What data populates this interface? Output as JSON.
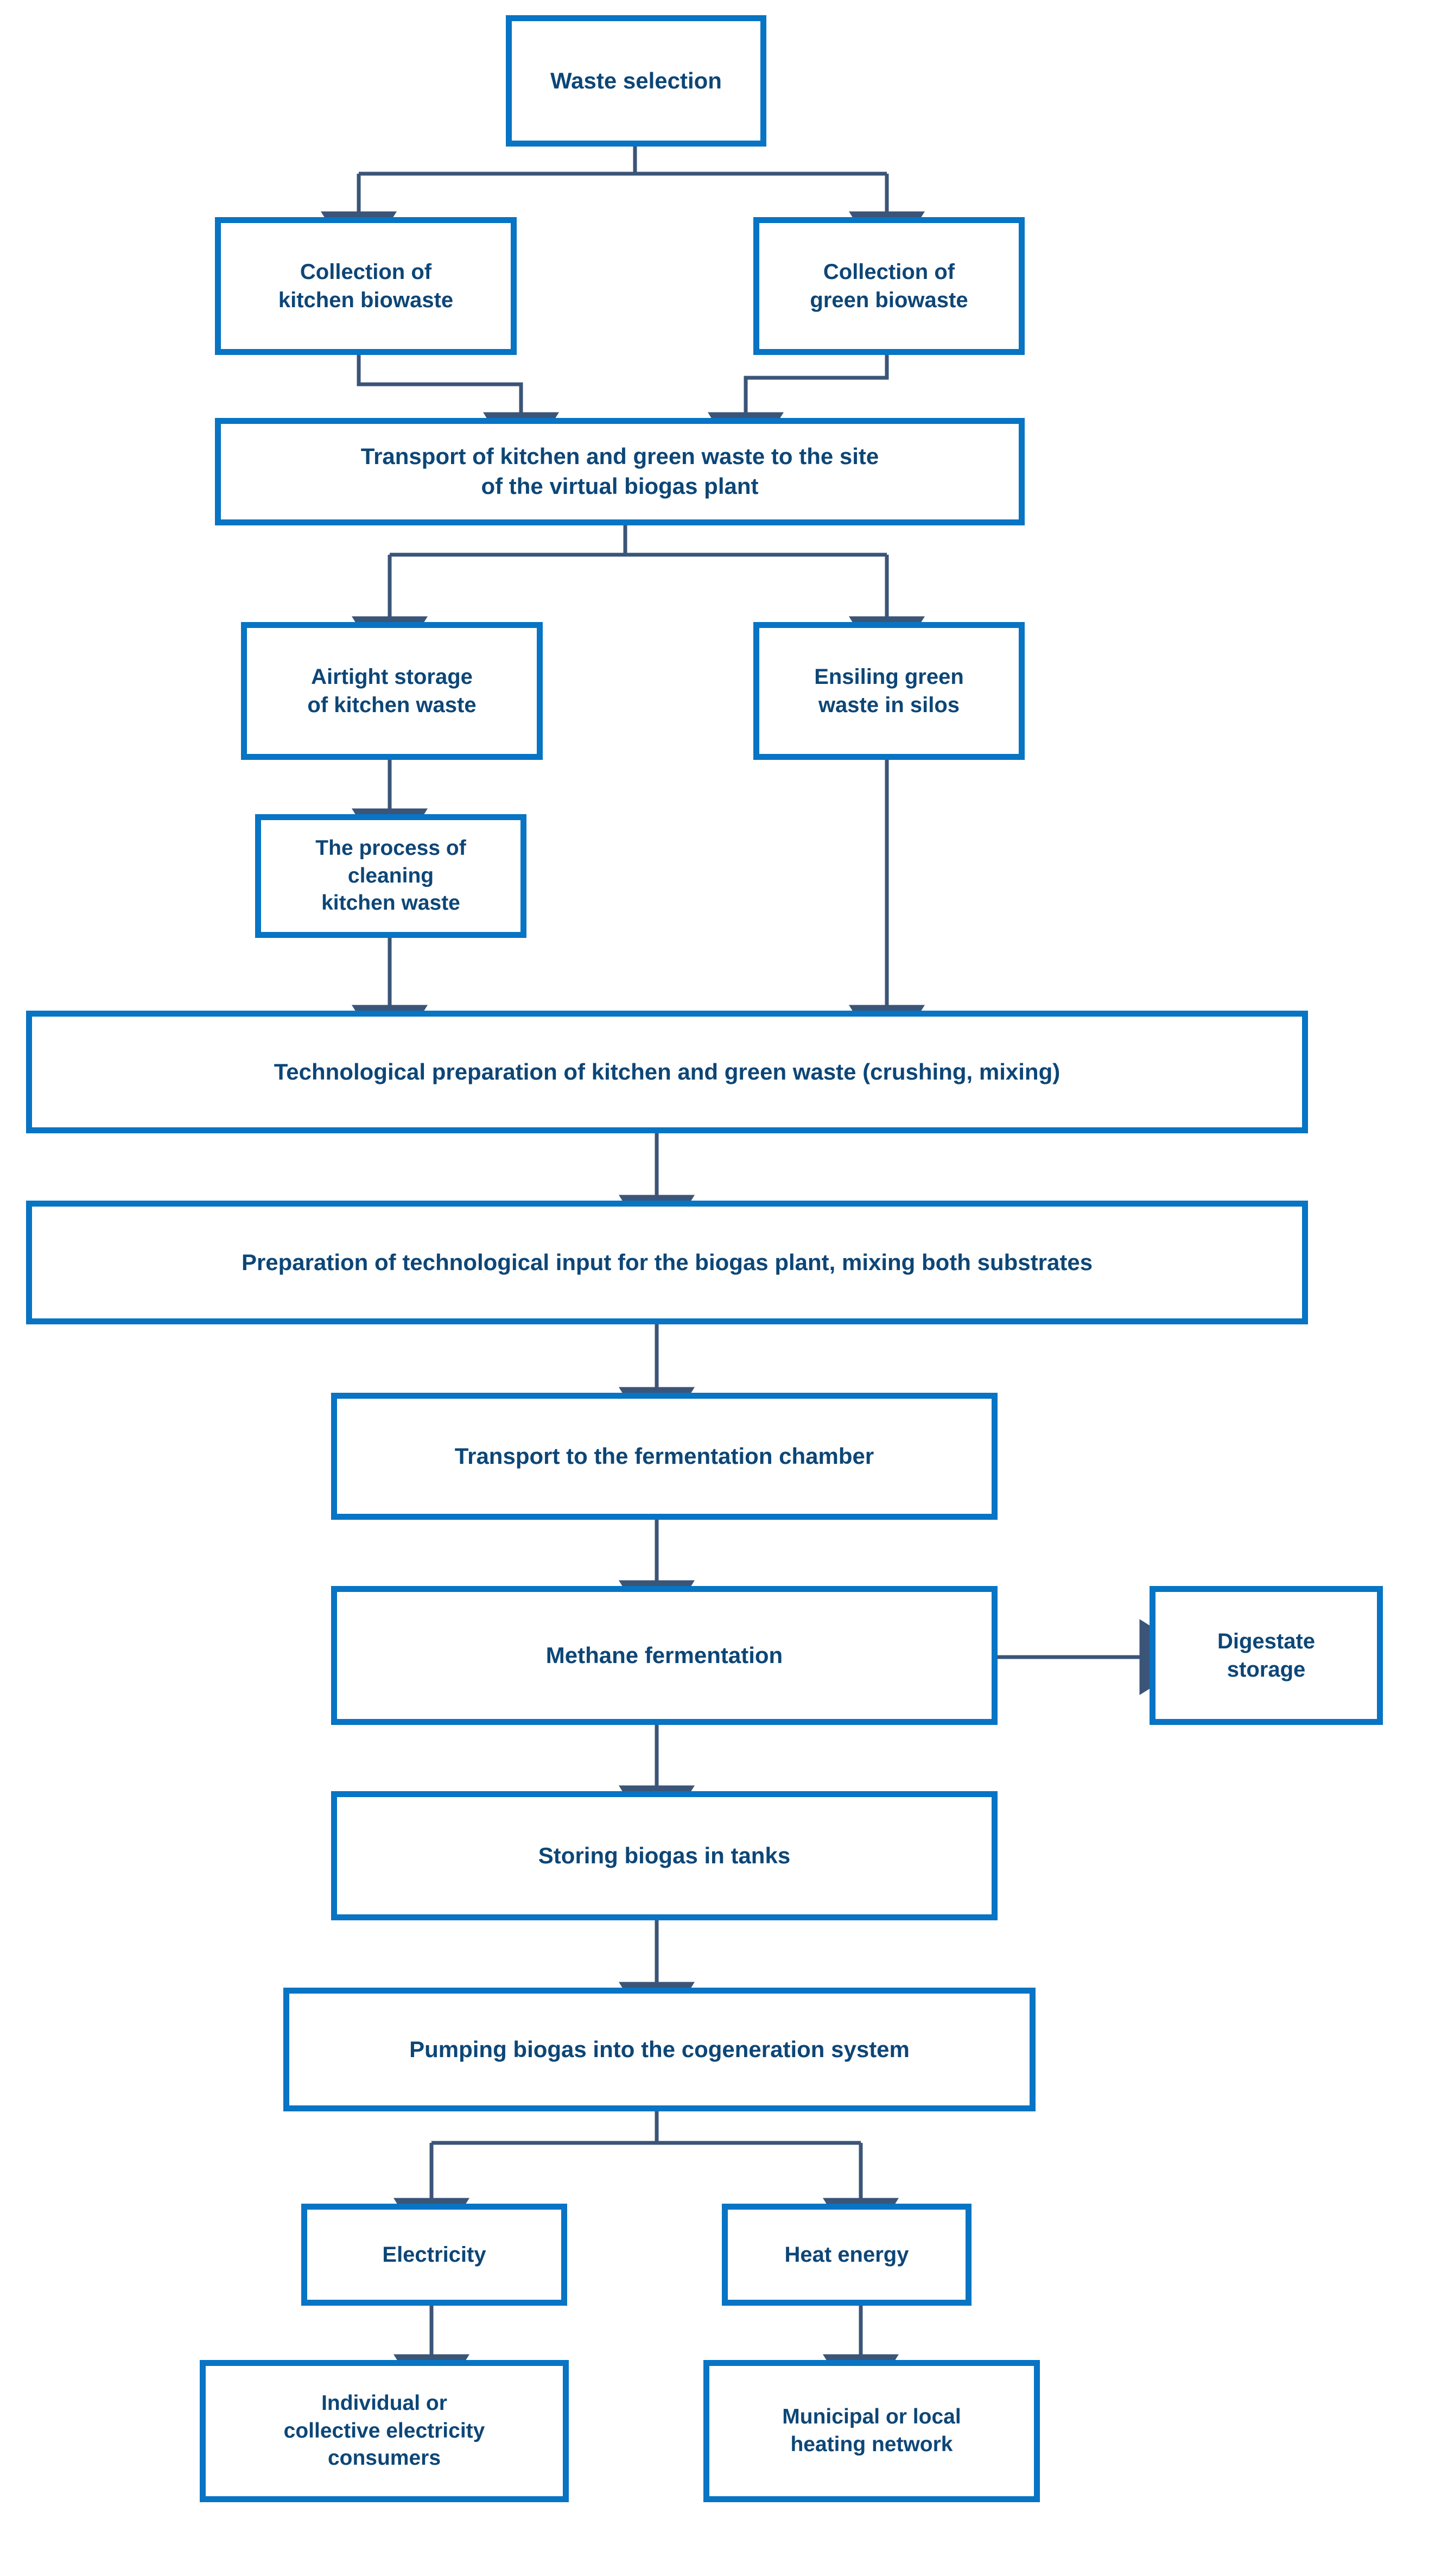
{
  "diagram": {
    "title": "Biogas plant process flow from biowaste to energy",
    "colors": {
      "box_border": "#0874C4",
      "text": "#0D4677",
      "connector": "#3B5578",
      "background": "#FFFFFF"
    },
    "nodes": [
      {
        "id": "waste-selection",
        "label": "Waste selection"
      },
      {
        "id": "collection-kitchen",
        "label": "Collection of\nkitchen biowaste"
      },
      {
        "id": "collection-green",
        "label": "Collection of\ngreen biowaste"
      },
      {
        "id": "transport-site",
        "label": "Transport of kitchen and green waste to the site\nof the virtual biogas plant"
      },
      {
        "id": "airtight-storage",
        "label": "Airtight storage\nof kitchen waste"
      },
      {
        "id": "ensiling-green",
        "label": "Ensiling green\nwaste in silos"
      },
      {
        "id": "cleaning-kitchen",
        "label": "The process of\ncleaning\nkitchen waste"
      },
      {
        "id": "technological-prep",
        "label": "Technological preparation of kitchen and green waste (crushing, mixing)"
      },
      {
        "id": "input-preparation",
        "label": "Preparation of technological input for the biogas plant, mixing both substrates"
      },
      {
        "id": "transport-chamber",
        "label": "Transport to the fermentation chamber"
      },
      {
        "id": "methane-fermentation",
        "label": "Methane fermentation"
      },
      {
        "id": "digestate-storage",
        "label": "Digestate\nstorage"
      },
      {
        "id": "storing-biogas",
        "label": "Storing biogas in tanks"
      },
      {
        "id": "pumping-cogeneration",
        "label": "Pumping biogas into the cogeneration system"
      },
      {
        "id": "electricity",
        "label": "Electricity"
      },
      {
        "id": "heat-energy",
        "label": "Heat energy"
      },
      {
        "id": "electricity-consumers",
        "label": "Individual or\ncollective electricity\nconsumers"
      },
      {
        "id": "heating-network",
        "label": "Municipal or local\nheating network"
      }
    ],
    "edges": [
      {
        "from": "waste-selection",
        "to": "collection-kitchen",
        "type": "split"
      },
      {
        "from": "waste-selection",
        "to": "collection-green",
        "type": "split"
      },
      {
        "from": "collection-kitchen",
        "to": "transport-site",
        "type": "elbow"
      },
      {
        "from": "collection-green",
        "to": "transport-site",
        "type": "elbow"
      },
      {
        "from": "transport-site",
        "to": "airtight-storage",
        "type": "split"
      },
      {
        "from": "transport-site",
        "to": "ensiling-green",
        "type": "split"
      },
      {
        "from": "airtight-storage",
        "to": "cleaning-kitchen",
        "type": "straight"
      },
      {
        "from": "cleaning-kitchen",
        "to": "technological-prep",
        "type": "straight"
      },
      {
        "from": "ensiling-green",
        "to": "technological-prep",
        "type": "straight"
      },
      {
        "from": "technological-prep",
        "to": "input-preparation",
        "type": "straight"
      },
      {
        "from": "input-preparation",
        "to": "transport-chamber",
        "type": "straight"
      },
      {
        "from": "transport-chamber",
        "to": "methane-fermentation",
        "type": "straight"
      },
      {
        "from": "methane-fermentation",
        "to": "digestate-storage",
        "type": "horizontal"
      },
      {
        "from": "methane-fermentation",
        "to": "storing-biogas",
        "type": "straight"
      },
      {
        "from": "storing-biogas",
        "to": "pumping-cogeneration",
        "type": "straight"
      },
      {
        "from": "pumping-cogeneration",
        "to": "electricity",
        "type": "split"
      },
      {
        "from": "pumping-cogeneration",
        "to": "heat-energy",
        "type": "split"
      },
      {
        "from": "electricity",
        "to": "electricity-consumers",
        "type": "straight"
      },
      {
        "from": "heat-energy",
        "to": "heating-network",
        "type": "straight"
      }
    ]
  }
}
